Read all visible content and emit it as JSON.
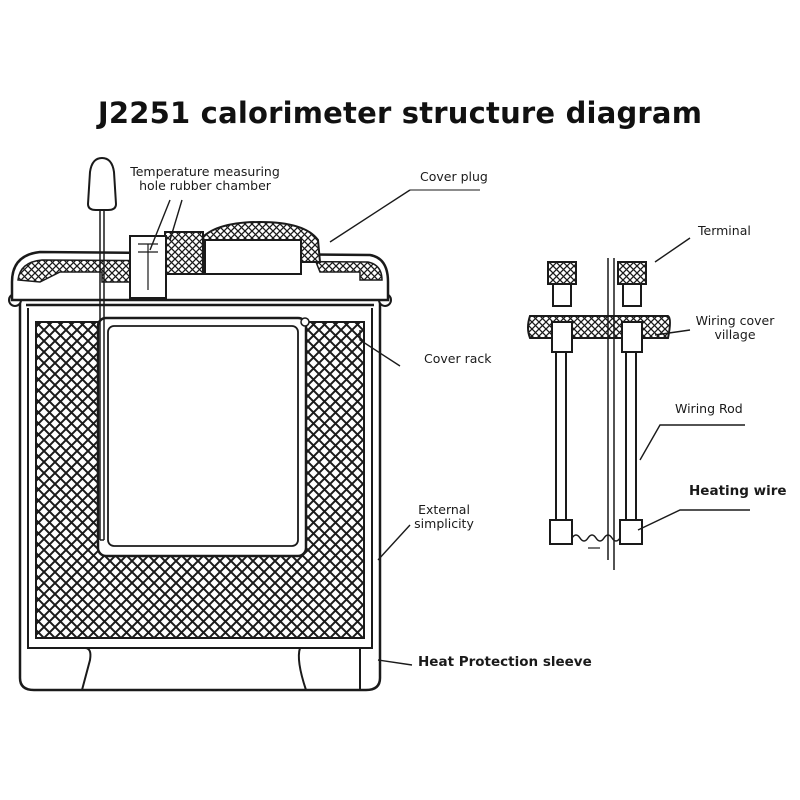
{
  "title": "J2251 calorimeter structure diagram",
  "labels": {
    "temp_hole_line1": "Temperature measuring",
    "temp_hole_line2": "hole rubber chamber",
    "cover_plug": "Cover plug",
    "terminal": "Terminal",
    "wiring_cover_line1": "Wiring cover",
    "wiring_cover_line2": "village",
    "cover_rack": "Cover rack",
    "wiring_rod": "Wiring Rod",
    "heating_wire": "Heating wire",
    "external_line1": "External",
    "external_line2": "simplicity",
    "heat_sleeve": "Heat Protection sleeve"
  },
  "colors": {
    "ink": "#1a1a1a",
    "background": "#ffffff"
  }
}
